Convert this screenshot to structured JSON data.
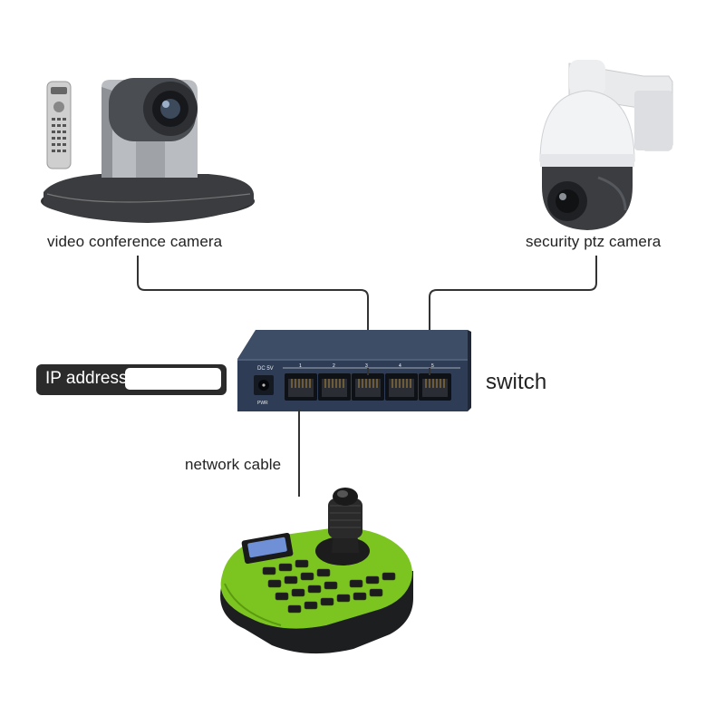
{
  "labels": {
    "video_camera": "video conference camera",
    "ptz_camera": "security ptz camera",
    "switch": "switch",
    "network_cable": "network cable"
  },
  "ip": {
    "label": "IP address",
    "value": ""
  },
  "switch_panel": {
    "power_text": "DC 5V",
    "pwr_text": "PWR",
    "ports": [
      "1",
      "2",
      "3",
      "4",
      "5"
    ]
  },
  "colors": {
    "cable": "#333333",
    "switch_body": "#2e3d55",
    "controller_green": "#7cc520",
    "label_bg": "#2b2b2b"
  },
  "icons": [
    "video-conference-camera-icon",
    "remote-control-icon",
    "ptz-dome-camera-icon",
    "network-switch-icon",
    "ptz-keyboard-controller-icon"
  ]
}
